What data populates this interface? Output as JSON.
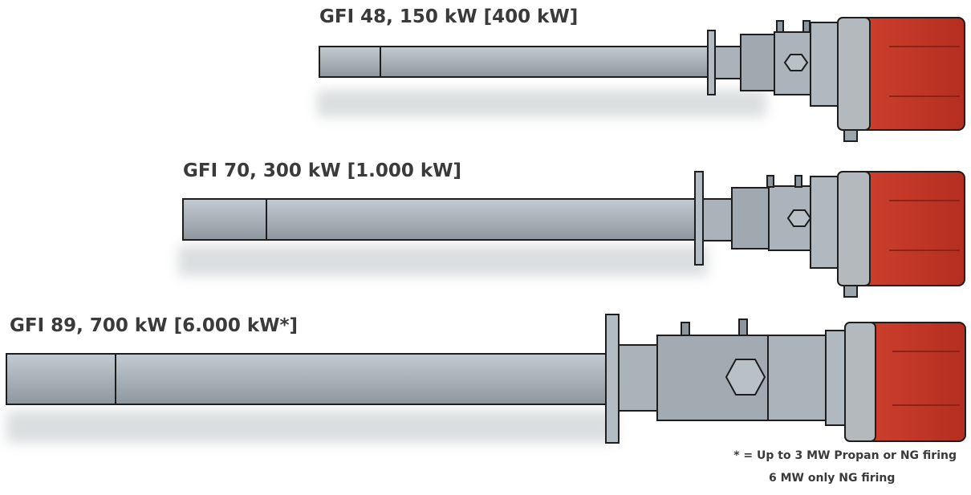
{
  "burners": [
    {
      "label": "GFI 48, 150 kW [400 kW]"
    },
    {
      "label": "GFI 70, 300 kW [1.000 kW]"
    },
    {
      "label": "GFI 89, 700 kW [6.000 kW*]"
    }
  ],
  "footnote": {
    "line1": "* = Up to 3 MW Propan or NG firing",
    "line2": "6 MW only NG firing"
  },
  "colors": {
    "tube": "#a9b3b9",
    "tube_dark": "#7f8a90",
    "motor": "#c9382b",
    "motor_dark": "#8e2219",
    "outline": "#1e1e1e"
  }
}
